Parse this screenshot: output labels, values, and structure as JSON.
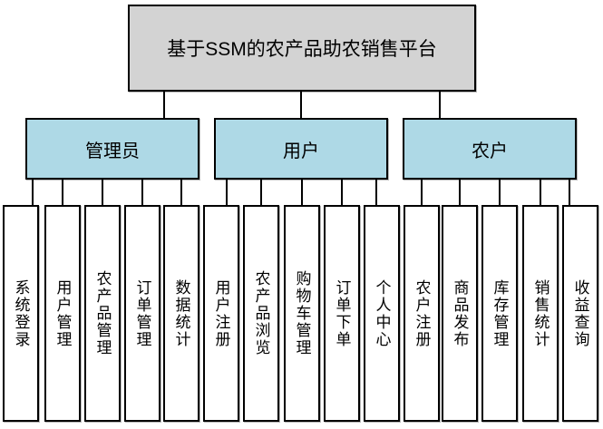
{
  "diagram": {
    "title": "基于SSM的农产品助农销售平台",
    "groups": [
      {
        "label": "管理员",
        "children": [
          "系统登录",
          "用户管理",
          "农产品管理",
          "订单管理",
          "数据统计"
        ]
      },
      {
        "label": "用户",
        "children": [
          "用户注册",
          "农产品浏览",
          "购物车管理",
          "订单下单",
          "个人中心"
        ]
      },
      {
        "label": "农户",
        "children": [
          "农户注册",
          "商品发布",
          "库存管理",
          "销售统计",
          "收益查询"
        ]
      }
    ],
    "colors": {
      "root_bg": "#d3d3d3",
      "group_bg": "#aed9e6",
      "leaf_bg": "#ffffff",
      "border": "#000000",
      "connector": "#000000",
      "text": "#000000"
    }
  }
}
